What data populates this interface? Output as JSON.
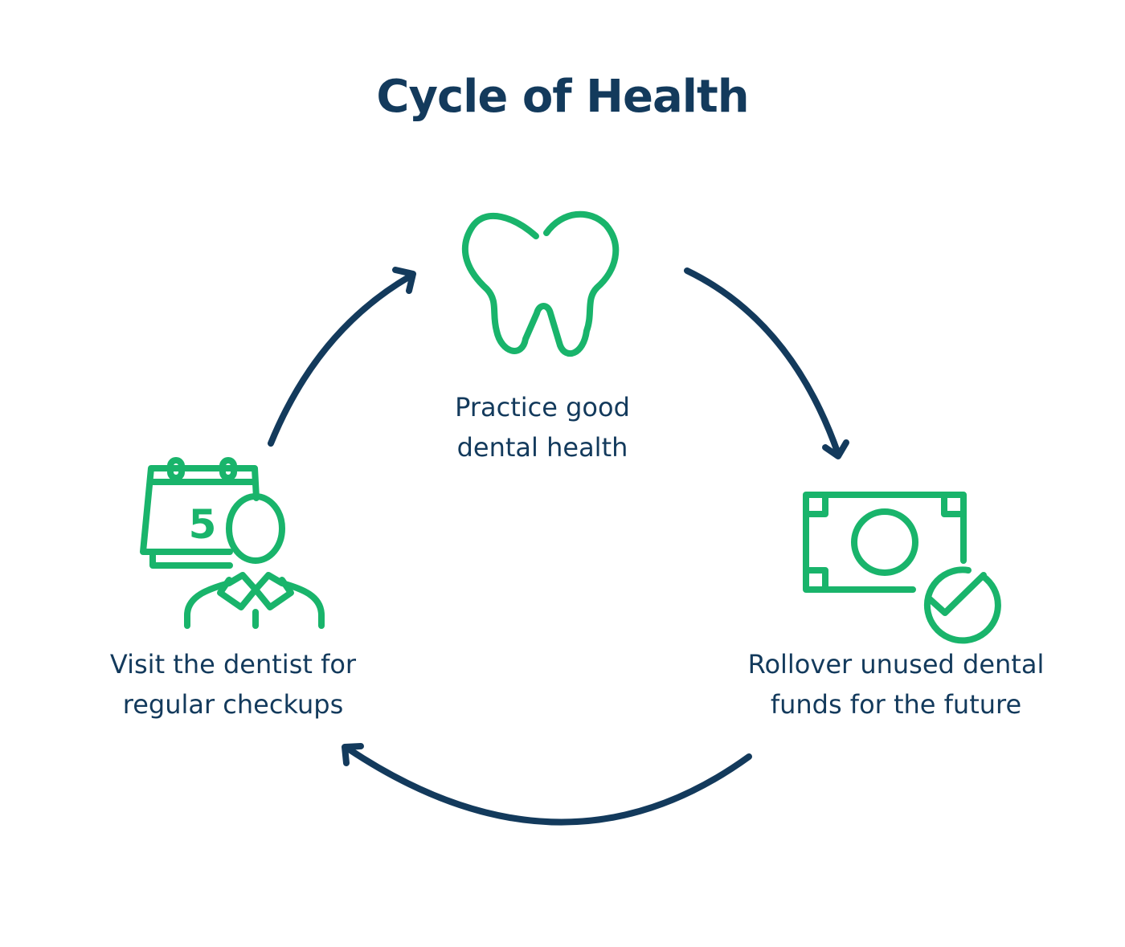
{
  "title": "Cycle of Health",
  "colors": {
    "title": "#133a5c",
    "arrow": "#133a5c",
    "icon": "#19b46b",
    "text": "#133a5c"
  },
  "steps": [
    {
      "icon": "tooth-icon",
      "lines": [
        "Practice good",
        "dental health"
      ]
    },
    {
      "icon": "money-check-icon",
      "lines": [
        "Rollover unused dental",
        "funds for the future"
      ]
    },
    {
      "icon": "calendar-dentist-icon",
      "lines": [
        "Visit the dentist for",
        "regular checkups"
      ],
      "calendar_day": "5"
    }
  ]
}
